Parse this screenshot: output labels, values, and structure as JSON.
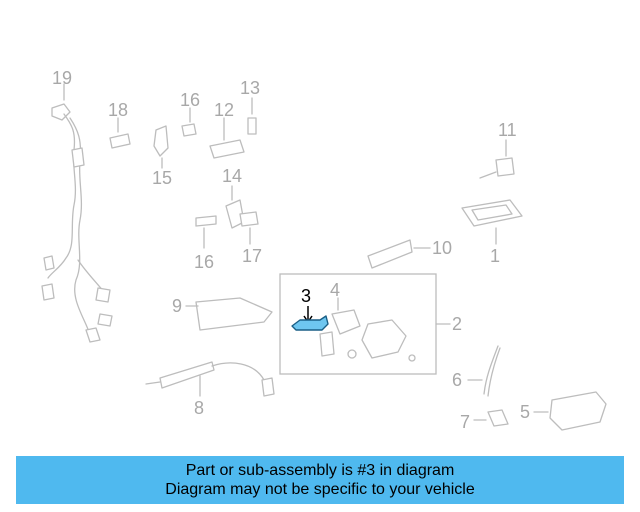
{
  "diagram": {
    "callouts": [
      "19",
      "18",
      "16",
      "12",
      "13",
      "11",
      "15",
      "14",
      "17",
      "16",
      "10",
      "1",
      "9",
      "3",
      "4",
      "2",
      "6",
      "8",
      "7",
      "5"
    ],
    "highlighted_part": "3",
    "highlight_color": "#6ec6f0"
  },
  "banner": {
    "line1": "Part or sub-assembly is #3 in diagram",
    "line2": "Diagram may not be specific to your vehicle",
    "background": "#4fb9ef"
  }
}
